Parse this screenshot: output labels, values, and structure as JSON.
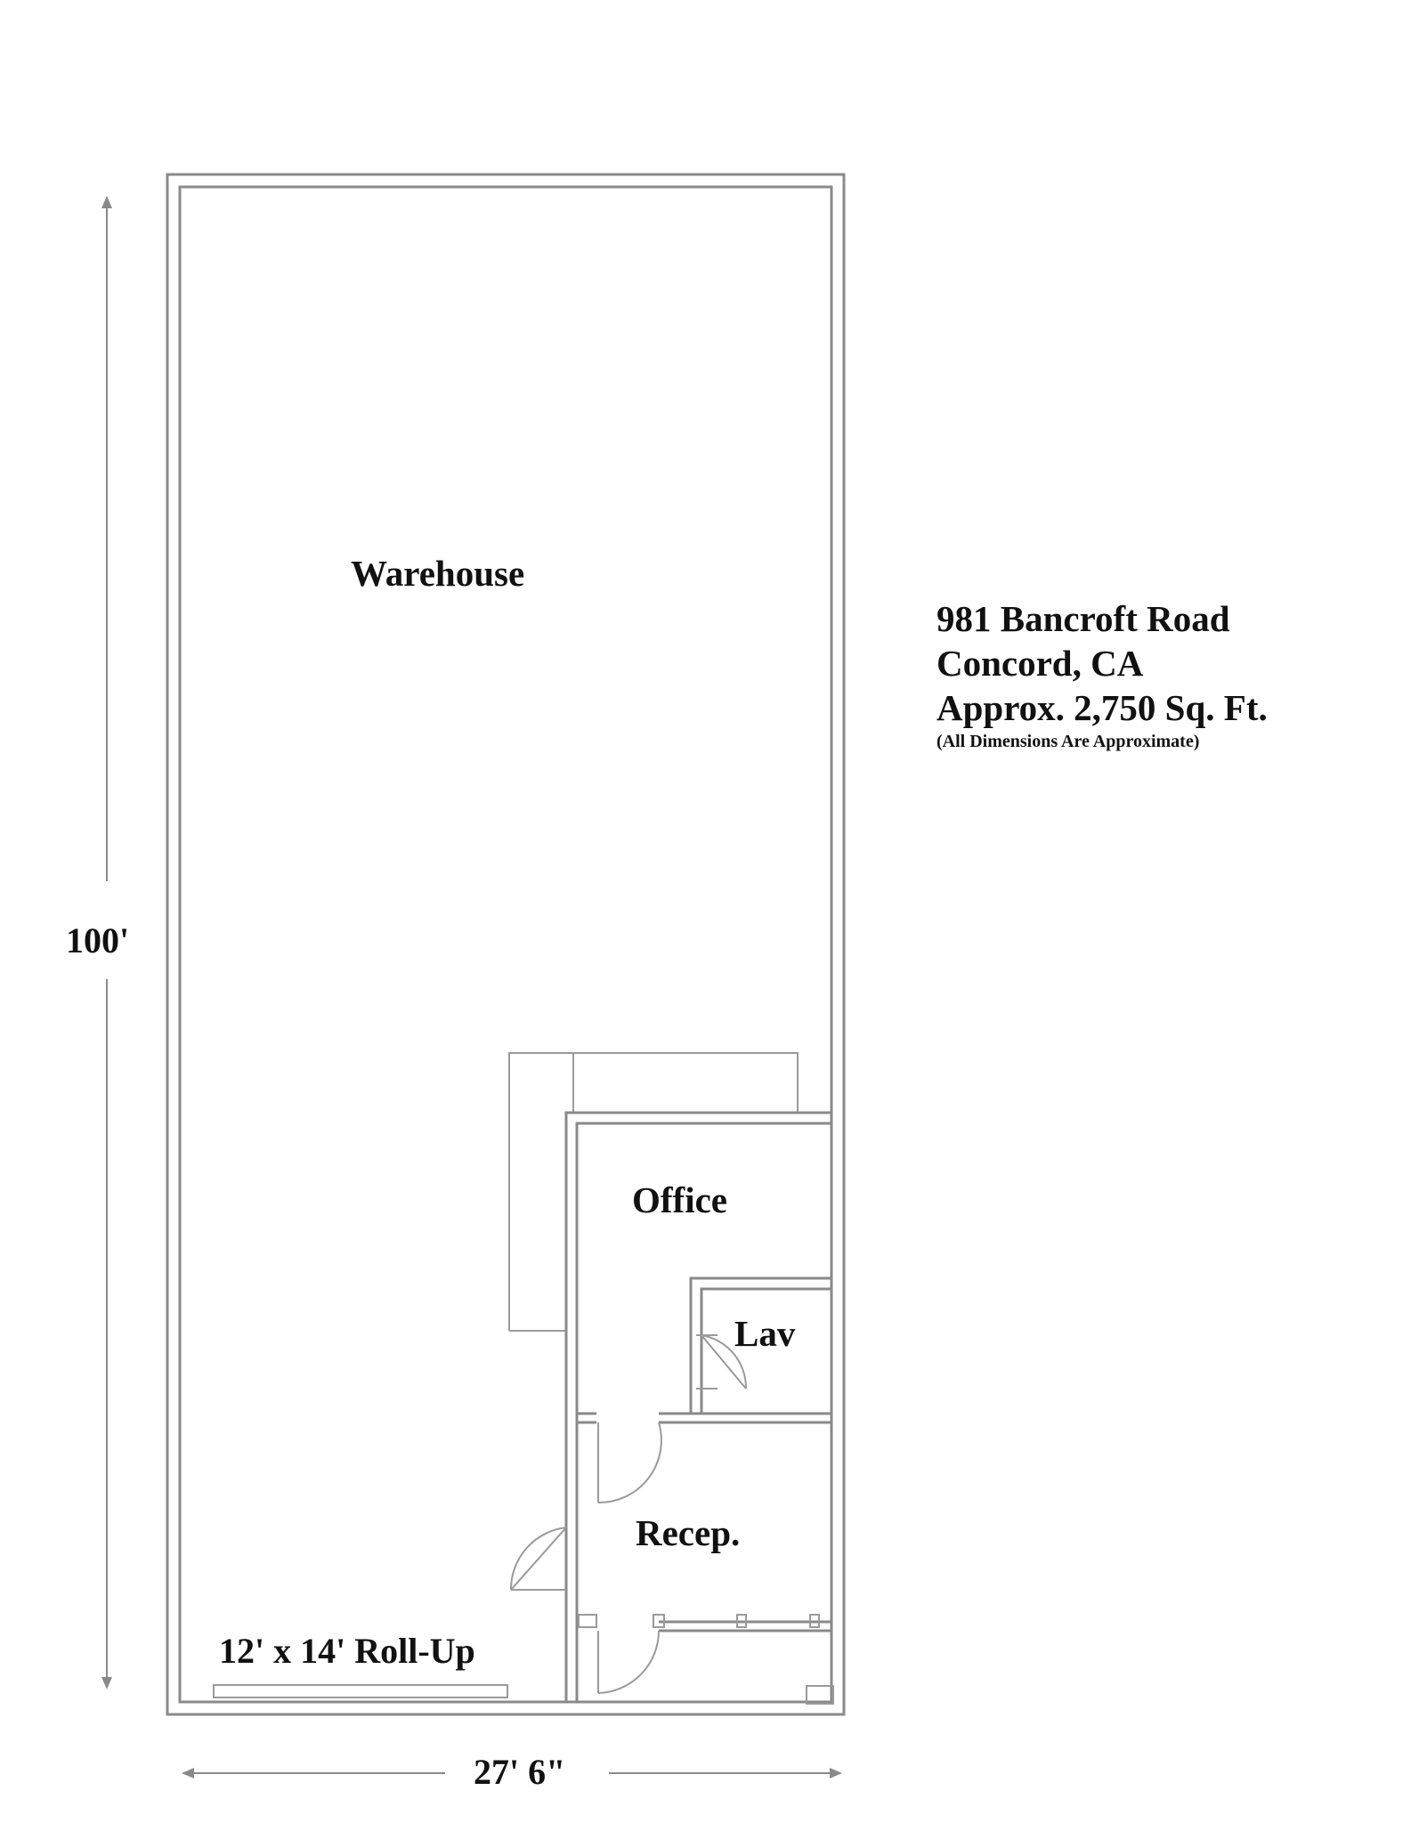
{
  "rooms": {
    "warehouse": "Warehouse",
    "office": "Office",
    "lav": "Lav",
    "recep": "Recep."
  },
  "door": {
    "rollup": "12' x 14' Roll-Up"
  },
  "dimensions": {
    "height": "100'",
    "width": "27' 6\""
  },
  "info": {
    "address": "981 Bancroft Road",
    "city": "Concord, CA",
    "area": "Approx. 2,750 Sq. Ft.",
    "note": "(All Dimensions Are Approximate)"
  },
  "colors": {
    "line": "#8a8a8a",
    "text": "#111111"
  }
}
